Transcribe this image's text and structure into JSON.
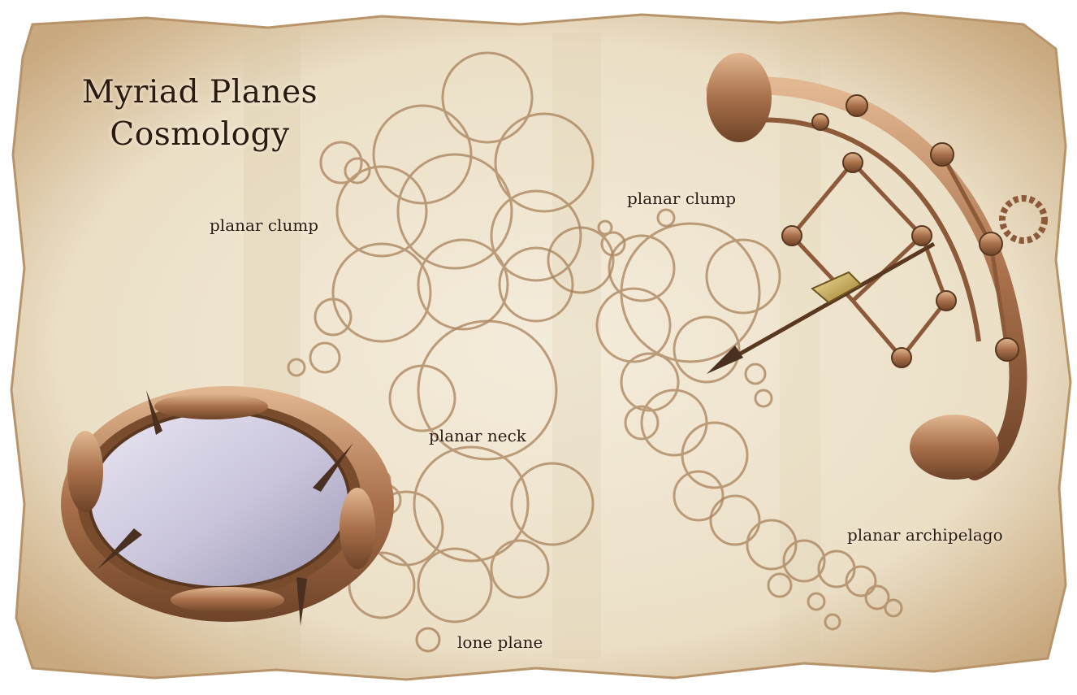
{
  "map": {
    "title_line1": "Myriad Planes",
    "title_line2": "Cosmology",
    "labels": {
      "clump_left": "planar clump",
      "clump_right": "planar clump",
      "neck": "planar neck",
      "archipelago": "planar archipelago",
      "lone": "lone plane"
    }
  },
  "colors": {
    "parchment": "#efe4cf",
    "parchment_edge": "#c9a97f",
    "ink": "#a9825a",
    "bronze": "#b07a52",
    "mirror": "#cfcbe0",
    "text": "#2a1a10"
  }
}
